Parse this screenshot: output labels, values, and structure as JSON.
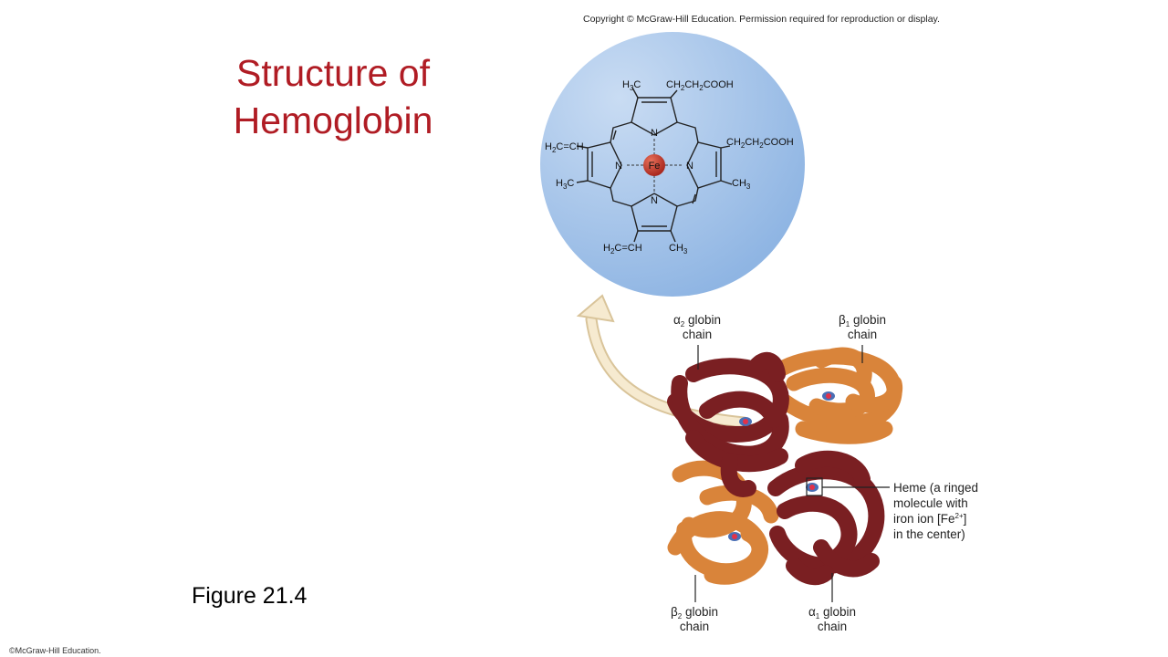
{
  "copyright": "Copyright © McGraw-Hill Education. Permission required for reproduction or display.",
  "title_line1": "Structure of",
  "title_line2": "Hemoglobin",
  "figure_label": "Figure 21.4",
  "footer": "©McGraw-Hill Education.",
  "colors": {
    "title": "#b01c24",
    "circle": "#a9c8ec",
    "alpha_chain": "#7a1f22",
    "beta_chain": "#d9843a",
    "arrow": "#f3e4c4"
  },
  "heme": {
    "iron": "Fe",
    "nitrogen": "N",
    "groups": {
      "top_left_methyl": [
        "H",
        "3",
        "C"
      ],
      "top_right_acid": [
        "CH",
        "2",
        "CH",
        "2",
        "COOH"
      ],
      "left_vinyl": [
        "H",
        "2",
        "C=CH"
      ],
      "left_methyl": [
        "H",
        "3",
        "C"
      ],
      "right_acid": [
        "CH",
        "2",
        "CH",
        "2",
        "COOH"
      ],
      "right_methyl": [
        "CH",
        "3"
      ],
      "bottom_vinyl": [
        "H",
        "2",
        "C=CH"
      ],
      "bottom_methyl": [
        "CH",
        "3"
      ]
    }
  },
  "labels": {
    "alpha2": {
      "greek": "α",
      "sub": "2",
      "line1": " globin",
      "line2": "chain"
    },
    "beta1": {
      "greek": "β",
      "sub": "1",
      "line1": " globin",
      "line2": "chain"
    },
    "beta2": {
      "greek": "β",
      "sub": "2",
      "line1": " globin",
      "line2": "chain"
    },
    "alpha1": {
      "greek": "α",
      "sub": "1",
      "line1": " globin",
      "line2": "chain"
    },
    "heme": {
      "line1": "Heme (a ringed",
      "line2": "molecule with",
      "line3_a": "iron ion [Fe",
      "line3_sup": "2+",
      "line3_b": "]",
      "line4": "in the center)"
    }
  }
}
